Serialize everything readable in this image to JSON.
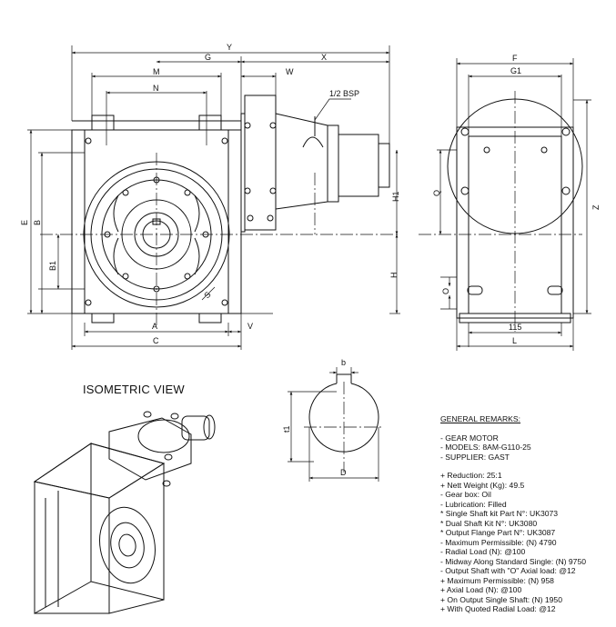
{
  "front_view_dims": {
    "Y": "Y",
    "G": "G",
    "X": "X",
    "M": "M",
    "W": "W",
    "N": "N",
    "bsp": "1/2 BSP",
    "E": "E",
    "B": "B",
    "B1": "B1",
    "H1": "H1",
    "H": "H",
    "S": "S",
    "A": "A",
    "V": "V",
    "C": "C"
  },
  "side_view_dims": {
    "F": "F",
    "G1": "G1",
    "Q": "Q",
    "Z": "Z",
    "O": "O",
    "d115": "115",
    "L": "L"
  },
  "shaft_section_dims": {
    "b": "b",
    "t1": "t1",
    "D": "D"
  },
  "isometric": {
    "title": "ISOMETRIC VIEW"
  },
  "remarks": {
    "heading": "GENERAL REMARKS:",
    "group1": [
      "- GEAR MOTOR",
      "- MODELS: 8AM-G110-25",
      "- SUPPLIER: GAST"
    ],
    "group2": [
      "+ Reduction: 25:1",
      "+ Nett Weight (Kg): 49.5",
      "- Gear box: Oil",
      "- Lubrication: Filled",
      "* Single Shaft kit Part N°: UK3073",
      "* Dual Shaft Kit N°: UK3080",
      "* Output Flange Part N°: UK3087",
      "- Maximum Permissible: (N) 4790",
      "- Radial Load (N): @100",
      "- Midway Along Standard Single: (N) 9750",
      "- Output Shaft with \"O\" Axial load: @12",
      "+ Maximum Permissible: (N) 958",
      "+ Axial Load (N): @100",
      "+ On Output Single Shaft: (N) 1950",
      "+ With Quoted Radial Load: @12"
    ]
  }
}
